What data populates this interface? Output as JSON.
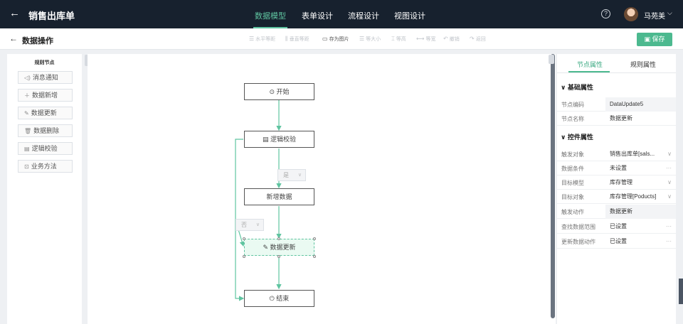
{
  "header": {
    "back_icon": "arrow-left-icon",
    "title": "销售出库单",
    "tabs": [
      {
        "label": "数据模型",
        "active": true
      },
      {
        "label": "表单设计",
        "active": false
      },
      {
        "label": "流程设计",
        "active": false
      },
      {
        "label": "视图设计",
        "active": false
      }
    ],
    "username": "马苑美"
  },
  "subheader": {
    "title": "数据操作",
    "toolbar": [
      {
        "label": "水平等距",
        "icon": "align-horizontal-icon",
        "enabled": false
      },
      {
        "label": "垂直等距",
        "icon": "align-vertical-icon",
        "enabled": false
      },
      {
        "label": "存为图片",
        "icon": "image-icon",
        "enabled": true
      },
      {
        "label": "等大小",
        "icon": "same-size-icon",
        "enabled": false
      },
      {
        "label": "等高",
        "icon": "same-height-icon",
        "enabled": false
      },
      {
        "label": "等宽",
        "icon": "same-width-icon",
        "enabled": false
      },
      {
        "label": "撤销",
        "icon": "undo-icon",
        "enabled": false
      },
      {
        "label": "返回",
        "icon": "redo-icon",
        "enabled": false
      }
    ],
    "save_label": "保存"
  },
  "left_panel": {
    "title": "规则节点",
    "items": [
      {
        "label": "消息通知",
        "icon": "speaker-icon"
      },
      {
        "label": "数据新增",
        "icon": "plus-icon"
      },
      {
        "label": "数据更新",
        "icon": "edit-icon"
      },
      {
        "label": "数据删除",
        "icon": "trash-icon"
      },
      {
        "label": "逻辑校验",
        "icon": "logic-icon"
      },
      {
        "label": "业务方法",
        "icon": "function-icon"
      }
    ]
  },
  "flow": {
    "start": "开始",
    "check": "逻辑校验",
    "yes": "是",
    "add": "新增数据",
    "no": "否",
    "update": "数据更新",
    "end": "结束"
  },
  "right_panel": {
    "tabs": [
      {
        "label": "节点属性",
        "active": true
      },
      {
        "label": "规则属性",
        "active": false
      }
    ],
    "section_basic": "基础属性",
    "basic": [
      {
        "label": "节点编码",
        "value": "DataUpdate5"
      },
      {
        "label": "节点名称",
        "value": "数据更新"
      }
    ],
    "section_control": "控件属性",
    "control": [
      {
        "label": "触发对象",
        "value": "销售出库单[sals...",
        "action": "chevron"
      },
      {
        "label": "数据条件",
        "value": "未设置",
        "action": "more"
      },
      {
        "label": "目标模型",
        "value": "库存管理",
        "action": "chevron"
      },
      {
        "label": "目标对象",
        "value": "库存管理[Poducts]",
        "action": "chevron"
      },
      {
        "label": "触发动作",
        "value": "数据更新",
        "action": "none"
      },
      {
        "label": "查找数据范围",
        "value": "已设置",
        "action": "more"
      },
      {
        "label": "更新数据动作",
        "value": "已设置",
        "action": "more"
      }
    ]
  },
  "colors": {
    "topbar": "#17212e",
    "accent": "#4cb98f",
    "edge": "#5fc4a0"
  }
}
